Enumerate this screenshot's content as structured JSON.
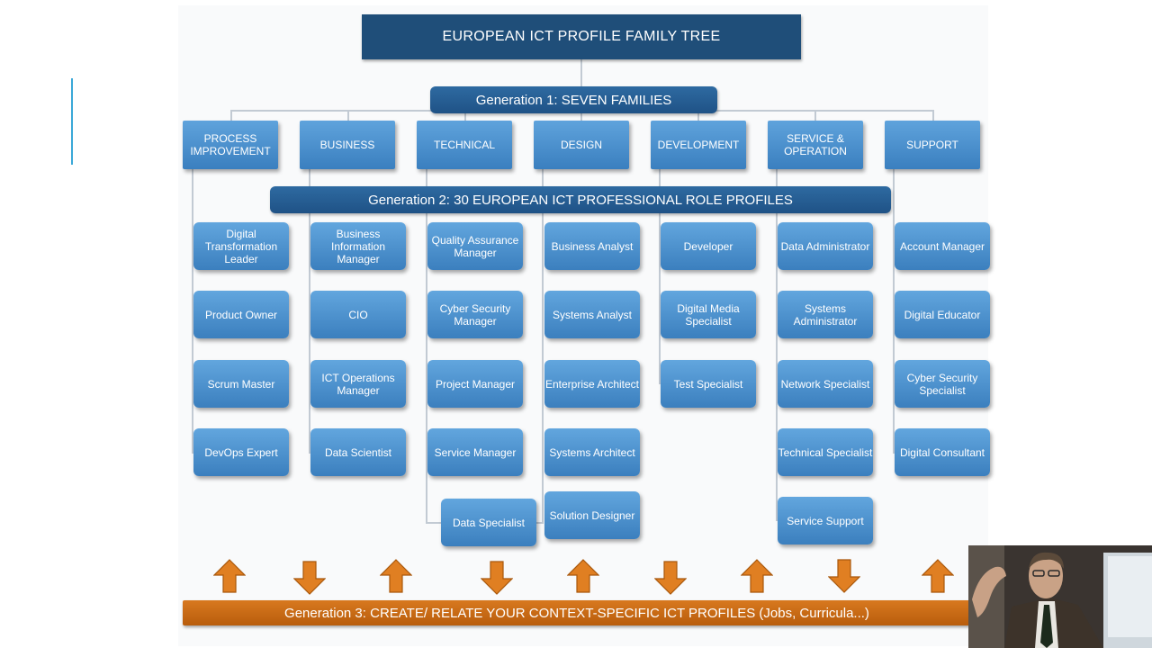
{
  "title": "EUROPEAN ICT PROFILE FAMILY TREE",
  "generation1": "Generation 1: SEVEN FAMILIES",
  "generation2": "Generation 2: 30 EUROPEAN ICT PROFESSIONAL ROLE PROFILES",
  "generation3": "Generation 3: CREATE/ RELATE YOUR CONTEXT-SPECIFIC ICT PROFILES (Jobs, Curricula...)",
  "families": [
    "PROCESS IMPROVEMENT",
    "BUSINESS",
    "TECHNICAL",
    "DESIGN",
    "DEVELOPMENT",
    "SERVICE & OPERATION",
    "SUPPORT"
  ],
  "roles": {
    "process_improvement": [
      "Digital Transformation Leader",
      "Product Owner",
      "Scrum Master",
      "DevOps Expert"
    ],
    "business": [
      "Business Information Manager",
      "CIO",
      "ICT Operations Manager",
      "Data Scientist"
    ],
    "technical": [
      "Quality Assurance Manager",
      "Cyber Security Manager",
      "Project Manager",
      "Service Manager",
      "Data Specialist"
    ],
    "design": [
      "Business Analyst",
      "Systems Analyst",
      "Enterprise Architect",
      "Systems Architect",
      "Solution Designer"
    ],
    "development": [
      "Developer",
      "Digital Media Specialist",
      "Test Specialist"
    ],
    "service_operation": [
      "Data Administrator",
      "Systems Administrator",
      "Network Specialist",
      "Technical Specialist",
      "Service Support"
    ],
    "support": [
      "Account Manager",
      "Digital Educator",
      "Cyber Security Specialist",
      "Digital Consultant"
    ]
  },
  "arrows": [
    "up",
    "down",
    "up",
    "down",
    "up",
    "down",
    "up",
    "down",
    "up"
  ],
  "colors": {
    "dark_blue": "#1f4e79",
    "box_blue": "#4a8fcf",
    "orange": "#d8791f"
  }
}
